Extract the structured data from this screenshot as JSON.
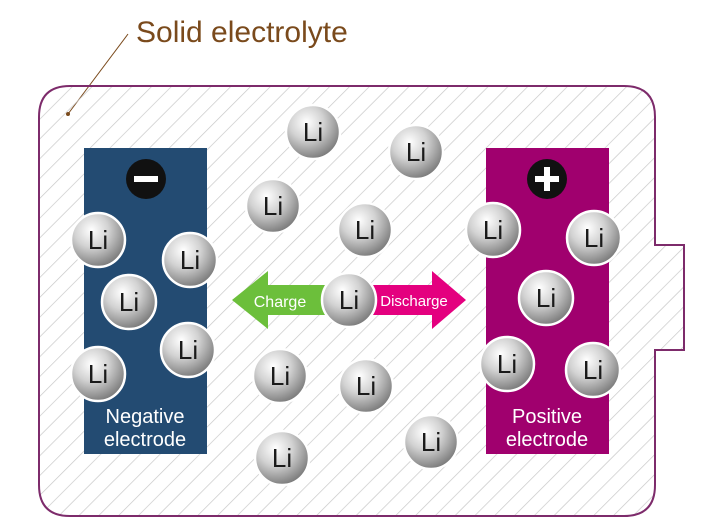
{
  "title": "Solid electrolyte",
  "colors": {
    "title": "#7a4a1c",
    "outline": "#7d2b6b",
    "hatch": "#c8c8c8",
    "negative_electrode": "#234b72",
    "positive_electrode": "#a0006e",
    "charge_arrow": "#6cbf3b",
    "discharge_arrow": "#e4007f"
  },
  "negative_electrode": {
    "sign": "−",
    "label_line1": "Negative",
    "label_line2": "electrode",
    "sign_icon": "minus-icon"
  },
  "positive_electrode": {
    "sign": "+",
    "label_line1": "Positive",
    "label_line2": "electrode",
    "sign_icon": "plus-icon"
  },
  "arrows": {
    "charge_label": "Charge",
    "discharge_label": "Discharge"
  },
  "ion_label": "Li"
}
